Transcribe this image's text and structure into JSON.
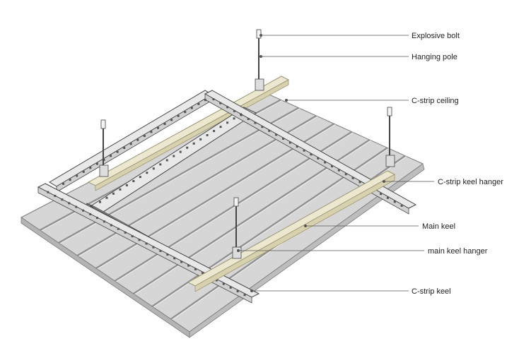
{
  "colors": {
    "background": "#ffffff",
    "panel": "#d6d6d6",
    "panel_dark": "#9a9a9a",
    "panel_edge": "#7c7c7c",
    "keel": "#ece7cf",
    "keel_edge": "#9c9573",
    "bracket": "#e8e8e8",
    "bracket_edge": "#444444",
    "leader": "#555555",
    "text": "#222222"
  },
  "callouts": [
    {
      "label": "Explosive bolt"
    },
    {
      "label": "Hanging pole"
    },
    {
      "label": "C-strip ceiling"
    },
    {
      "label": "C-strip keel hanger"
    },
    {
      "label": "Main keel"
    },
    {
      "label": "main keel hanger"
    },
    {
      "label": "C-strip keel"
    }
  ]
}
